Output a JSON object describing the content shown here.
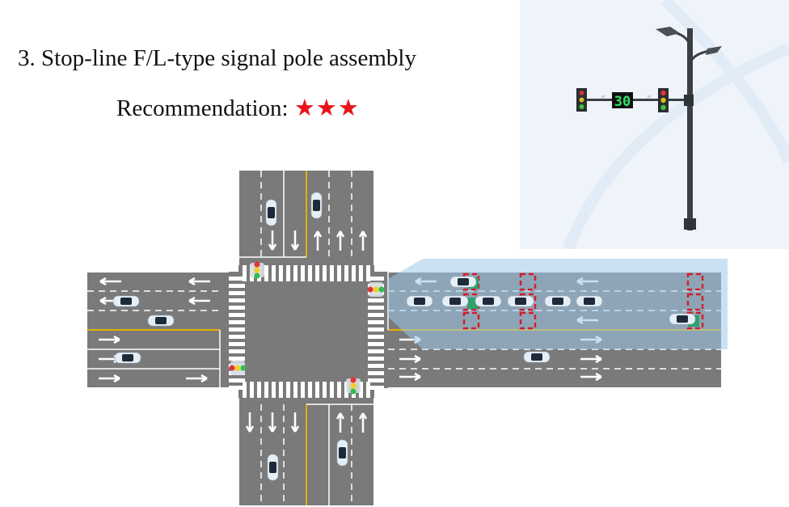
{
  "slide": {
    "title": "3. Stop-line F/L-type signal pole assembly",
    "recommendation_label": "Recommendation:",
    "recommendation_stars": "★★★",
    "rating": 3,
    "rating_max": 3
  },
  "pole": {
    "countdown_value": "30"
  },
  "colors": {
    "star": "#e8141b",
    "road": "#7a7a7a",
    "centerline": "#e0b000",
    "overlay": "#9ec8ea",
    "detector": "#d0202c",
    "countdown": "#35e06a"
  }
}
